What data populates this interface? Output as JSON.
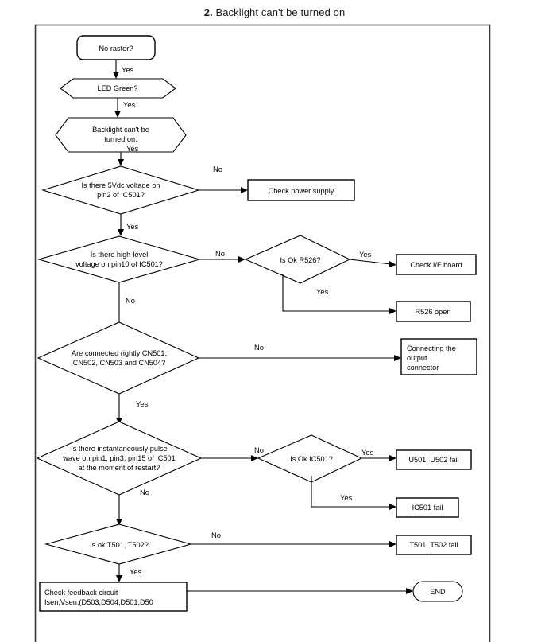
{
  "page": {
    "title_number": "2.",
    "title_text": "Backlight can't be turned on"
  },
  "colors": {
    "frame_stroke": "#3a3a3a",
    "node_stroke": "#000000",
    "node_fill": "#ffffff",
    "text": "#000000",
    "background": "#ffffff"
  },
  "chart_data": {
    "type": "diagram",
    "diagram_kind": "troubleshooting-flowchart",
    "title": "2. Backlight can't be turned on",
    "nodes": [
      {
        "id": "n1",
        "shape": "rounded-rect",
        "lines": [
          "No raster?"
        ]
      },
      {
        "id": "n2",
        "shape": "hexagon",
        "lines": [
          "LED Green?"
        ]
      },
      {
        "id": "n3",
        "shape": "hexagon",
        "lines": [
          "Backlight can't be",
          "turned on."
        ]
      },
      {
        "id": "n4",
        "shape": "diamond",
        "lines": [
          "Is there 5Vdc voltage on",
          "pin2 of IC501?"
        ]
      },
      {
        "id": "r1",
        "shape": "rect",
        "lines": [
          "Check power supply"
        ]
      },
      {
        "id": "n5",
        "shape": "diamond",
        "lines": [
          "Is there high-level",
          "voltage on pin10 of IC501?"
        ]
      },
      {
        "id": "n6",
        "shape": "diamond",
        "lines": [
          "Is Ok R526?"
        ]
      },
      {
        "id": "r2",
        "shape": "rect",
        "lines": [
          "Check I/F board"
        ]
      },
      {
        "id": "r3",
        "shape": "rect",
        "lines": [
          "R526 open"
        ]
      },
      {
        "id": "n7",
        "shape": "diamond",
        "lines": [
          "Are connected rightly CN501,",
          "CN502, CN503 and CN504?"
        ]
      },
      {
        "id": "r4",
        "shape": "rect",
        "lines": [
          "Connecting the",
          "output",
          "connector"
        ]
      },
      {
        "id": "n8",
        "shape": "diamond",
        "lines": [
          "Is there instantaneously pulse",
          "wave on pin1, pin3, pin15 of IC501",
          "at the moment of restart?"
        ]
      },
      {
        "id": "n9",
        "shape": "diamond",
        "lines": [
          "Is Ok IC501?"
        ]
      },
      {
        "id": "r5",
        "shape": "rect",
        "lines": [
          "U501, U502 fail"
        ]
      },
      {
        "id": "r6",
        "shape": "rect",
        "lines": [
          "IC501 fail"
        ]
      },
      {
        "id": "n10",
        "shape": "diamond",
        "lines": [
          "Is ok T501, T502?"
        ]
      },
      {
        "id": "r7",
        "shape": "rect",
        "lines": [
          "T501, T502 fail"
        ]
      },
      {
        "id": "n11",
        "shape": "rect",
        "lines": [
          "Check feedback circuit",
          "Isen,Vsen.(D503,D504,D501,D50"
        ]
      },
      {
        "id": "end",
        "shape": "stadium",
        "lines": [
          "END"
        ]
      }
    ],
    "edges": [
      {
        "from": "n1",
        "to": "n2",
        "label": "Yes"
      },
      {
        "from": "n2",
        "to": "n3",
        "label": "Yes"
      },
      {
        "from": "n3",
        "to": "n4",
        "label": "Yes"
      },
      {
        "from": "n4",
        "to": "r1",
        "label": "No"
      },
      {
        "from": "n4",
        "to": "n5",
        "label": "Yes"
      },
      {
        "from": "n5",
        "to": "n6",
        "label": "No"
      },
      {
        "from": "n5",
        "to": "n7",
        "label": "Yes"
      },
      {
        "from": "n6",
        "to": "r2",
        "label": "Yes"
      },
      {
        "from": "n6",
        "to": "r3",
        "label": "No"
      },
      {
        "from": "n7",
        "to": "r4",
        "label": "No"
      },
      {
        "from": "n7",
        "to": "n8",
        "label": "Yes"
      },
      {
        "from": "n8",
        "to": "n9",
        "label": "No"
      },
      {
        "from": "n8",
        "to": "n10",
        "label": "Yes"
      },
      {
        "from": "n9",
        "to": "r5",
        "label": "Yes"
      },
      {
        "from": "n9",
        "to": "r6",
        "label": "No"
      },
      {
        "from": "n10",
        "to": "r7",
        "label": "No"
      },
      {
        "from": "n10",
        "to": "n11",
        "label": "Yes"
      },
      {
        "from": "n11",
        "to": "end",
        "label": ""
      }
    ],
    "edge_labels": [
      {
        "id": "e1",
        "text": "Yes"
      },
      {
        "id": "e2",
        "text": "Yes"
      },
      {
        "id": "e3",
        "text": "Yes"
      },
      {
        "id": "e4",
        "text": "No"
      },
      {
        "id": "e5",
        "text": "Yes"
      },
      {
        "id": "e6",
        "text": "No"
      },
      {
        "id": "e7",
        "text": "Yes"
      },
      {
        "id": "e8",
        "text": "Yes"
      },
      {
        "id": "e9",
        "text": "No"
      },
      {
        "id": "e10",
        "text": "No"
      },
      {
        "id": "e11",
        "text": "Yes"
      },
      {
        "id": "e12",
        "text": "No"
      },
      {
        "id": "e13",
        "text": "Yes"
      },
      {
        "id": "e14",
        "text": "Yes"
      },
      {
        "id": "e15",
        "text": "No"
      },
      {
        "id": "e16",
        "text": "No"
      },
      {
        "id": "e17",
        "text": "Yes"
      }
    ]
  },
  "labels": {
    "n1_l1": "No raster?",
    "n2_l1": "LED Green?",
    "n3_l1": "Backlight can't be",
    "n3_l2": "turned on.",
    "n4_l1": "Is there 5Vdc voltage on",
    "n4_l2": "pin2 of IC501?",
    "r1_l1": "Check power supply",
    "n5_l1": "Is there high-level",
    "n5_l2": "voltage on pin10 of IC501?",
    "n6_l1": "Is Ok R526?",
    "r2_l1": "Check I/F board",
    "r3_l1": "R526 open",
    "n7_l1": "Are connected rightly CN501,",
    "n7_l2": "CN502, CN503 and CN504?",
    "r4_l1": "Connecting the",
    "r4_l2": "output",
    "r4_l3": "connector",
    "n8_l1": "Is there instantaneously pulse",
    "n8_l2": "wave on pin1, pin3, pin15 of IC501",
    "n8_l3": "at the moment of restart?",
    "n9_l1": "Is Ok IC501?",
    "r5_l1": "U501, U502 fail",
    "r6_l1": "IC501 fail",
    "n10_l1": "Is ok T501, T502?",
    "r7_l1": "T501, T502 fail",
    "n11_l1": "Check feedback circuit",
    "n11_l2": "Isen,Vsen.(D503,D504,D501,D50",
    "end_l1": "END"
  }
}
